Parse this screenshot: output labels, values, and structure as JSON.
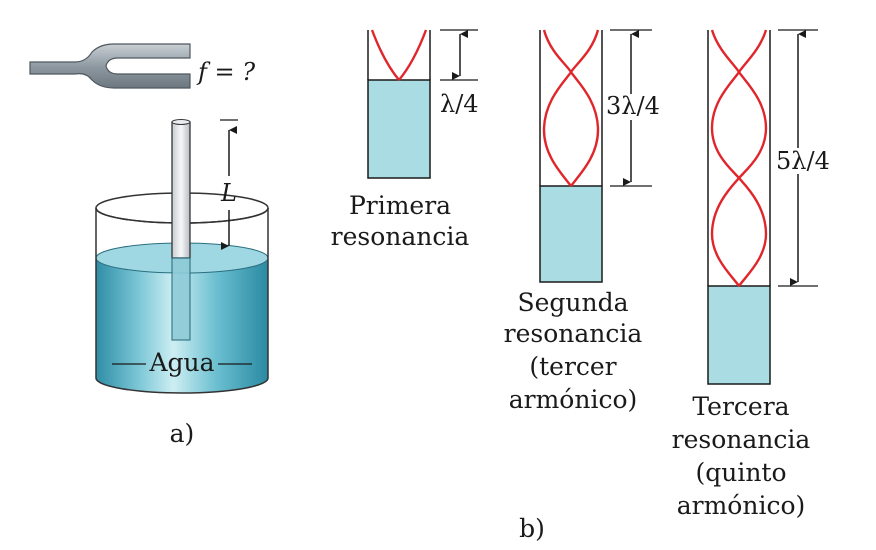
{
  "panel_a": {
    "frequency_label": "f = ?",
    "length_label": "L",
    "water_label": "Agua",
    "caption": "a)"
  },
  "panel_b": {
    "caption": "b)",
    "tubes": [
      {
        "dimension_label": "λ/4",
        "caption_lines": [
          "Primera",
          "resonancia"
        ]
      },
      {
        "dimension_label": "3λ/4",
        "caption_lines": [
          "Segunda",
          "resonancia",
          "(tercer",
          "armónico)"
        ]
      },
      {
        "dimension_label": "5λ/4",
        "caption_lines": [
          "Tercera",
          "resonancia",
          "(quinto",
          "armónico)"
        ]
      }
    ]
  },
  "colors": {
    "water": "#a9dde3",
    "standing_wave": "#e0262b",
    "tube_outline": "#1a1a1a",
    "fork": "#9aa5ad"
  }
}
